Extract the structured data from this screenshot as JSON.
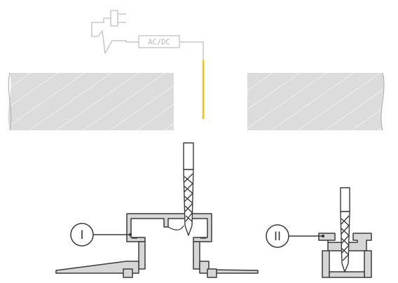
{
  "diagram": {
    "power_label": "AC/DC",
    "callout_one": "I",
    "callout_two": "II",
    "colors": {
      "ceiling_fill": "#dcdcdc",
      "hatch": "#f3f3f3",
      "ceiling_edge": "#a9a9a9",
      "wire_gray": "#c9c9c9",
      "wire_yellow": "#f2c316",
      "profile_fill": "#d6d6d6",
      "profile_stroke": "#3a3a3a",
      "drill_fill": "#ffffff",
      "drill_stroke": "#3a3a3a"
    }
  }
}
